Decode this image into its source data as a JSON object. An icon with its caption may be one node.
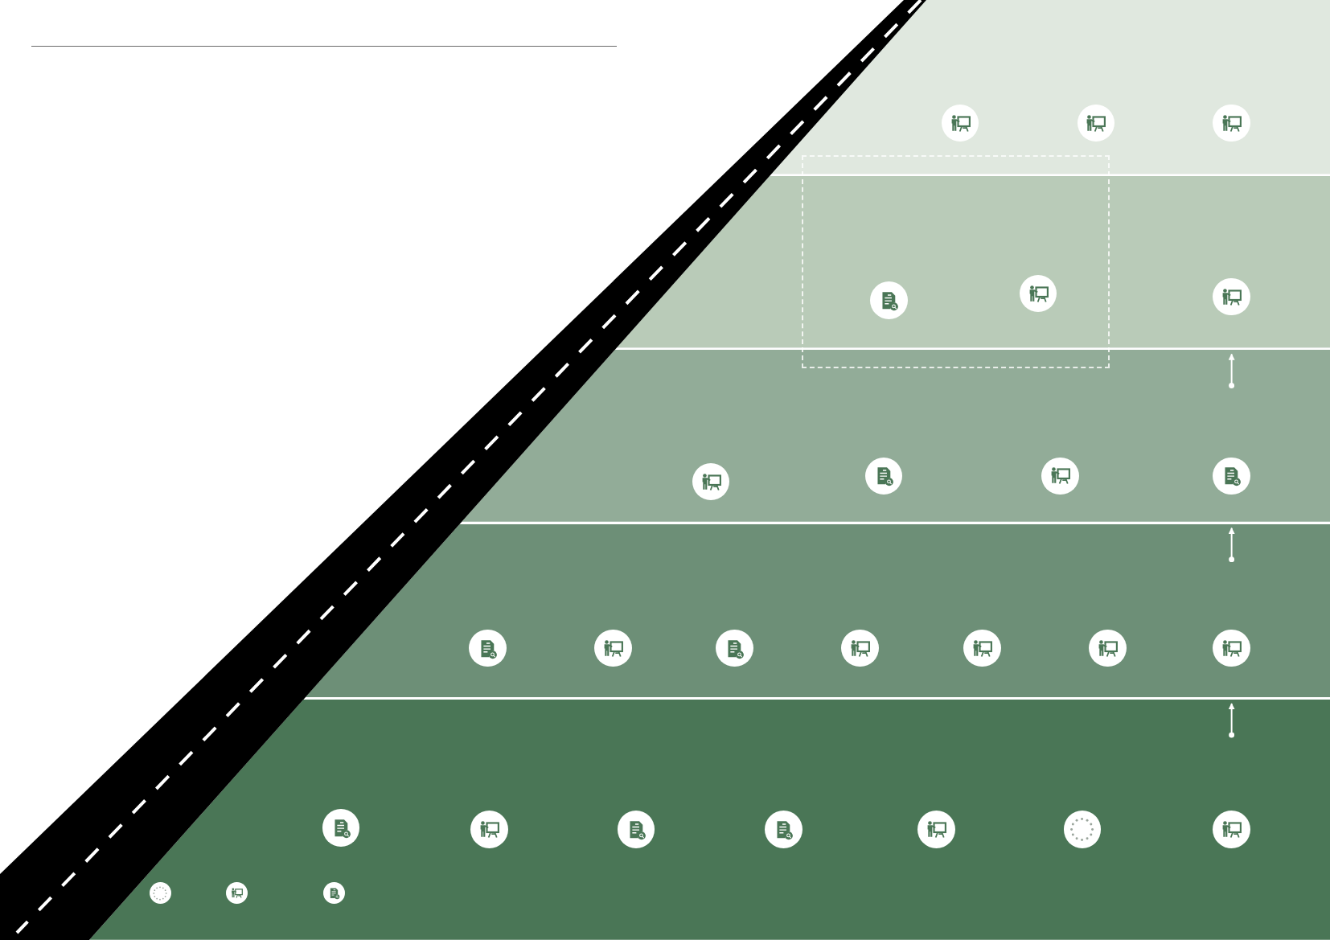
{
  "diagram": {
    "nodes": [
      {
        "text": [],
        "shape": "band"
      },
      {
        "text": [],
        "shape": "band"
      },
      {
        "text": [],
        "shape": "band"
      },
      {
        "text": [],
        "shape": "band"
      },
      {
        "text": [],
        "shape": "band"
      },
      {
        "text": [],
        "shape": "box"
      }
    ],
    "edges": [
      {
        "from": 2,
        "to": 1,
        "arrow": "to"
      },
      {
        "from": 3,
        "to": 2,
        "arrow": "to"
      },
      {
        "from": 4,
        "to": 3,
        "arrow": "to"
      }
    ]
  }
}
